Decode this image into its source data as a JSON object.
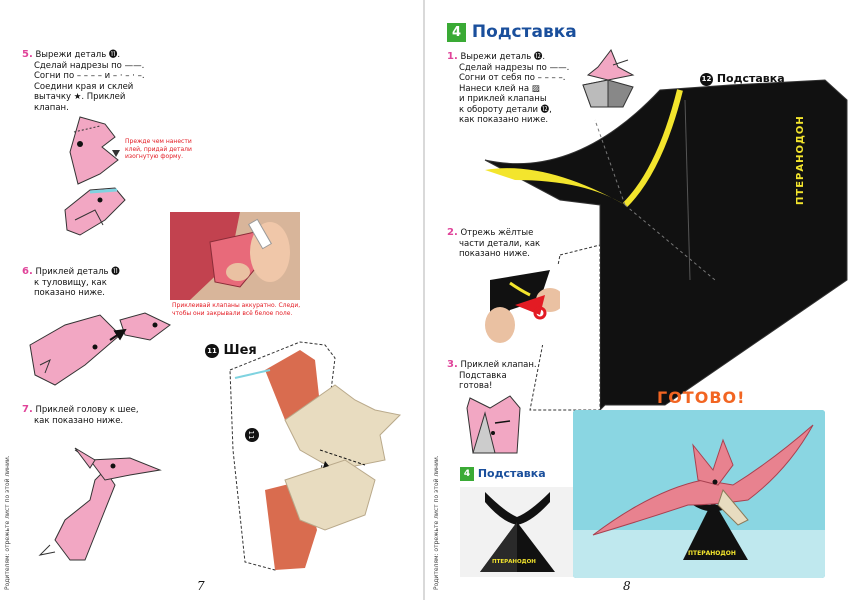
{
  "left_page": {
    "side_note": "Родителям: отрежьте лист по этой линии.",
    "steps": [
      {
        "num": "5.",
        "lines": [
          "Вырежи деталь ⓫.",
          "Сделай надрезы по ——.",
          "Согни по – – – – и – · – · –.",
          "Соедини края и склей",
          "вытачку ★. Приклей",
          "клапан."
        ]
      },
      {
        "num": "6.",
        "lines": [
          "Приклей деталь ⓫",
          "к туловищу, как",
          "показано ниже."
        ]
      },
      {
        "num": "7.",
        "lines": [
          "Приклей голову к шее,",
          "как показано ниже."
        ]
      }
    ],
    "red_note_1": [
      "Прежде чем нанести",
      "клей, придай детали",
      "изогнутую форму."
    ],
    "red_note_2": [
      "Приклеивай клапаны аккуратно. Следи,",
      "чтобы они закрывали всё белое поле."
    ],
    "part_label": "Шея",
    "part_number": "11",
    "page_number": "7"
  },
  "right_page": {
    "section_badge": "4",
    "section_title": "Подставка",
    "side_note": "Родителям: отрежьте лист по этой линии.",
    "steps": [
      {
        "num": "1.",
        "lines": [
          "Вырежи деталь ⓬.",
          "Сделай надрезы по ——.",
          "Согни от себя по – – – –.",
          "Нанеси клей на ▨",
          "и приклей клапаны",
          "к обороту детали ⓬,",
          "как показано ниже."
        ]
      },
      {
        "num": "2.",
        "lines": [
          "Отрежь жёлтые",
          "части детали, как",
          "показано ниже."
        ]
      },
      {
        "num": "3.",
        "lines": [
          "Приклей клапан.",
          "Подставка",
          "готова!"
        ]
      }
    ],
    "part_number": "12",
    "part_label": "Подставка",
    "stand_print": "ПТЕРАНОДОН",
    "small_badge": "4",
    "small_title": "Подставка",
    "small_stand_print": "ПТЕРАНОДОН",
    "done_label": "ГОТОВО!",
    "final_stand_print": "ПТЕРАНОДОН",
    "page_number": "8"
  },
  "colors": {
    "pink": "#f2a7c3",
    "stand_black": "#111111",
    "stand_yellow": "#f3e52d",
    "orange": "#f26522",
    "teal": "#7fd3e0",
    "beige": "#e8dcc0",
    "terracotta": "#d96c4f",
    "green": "#3aaa35",
    "blue": "#1a4f9c"
  }
}
